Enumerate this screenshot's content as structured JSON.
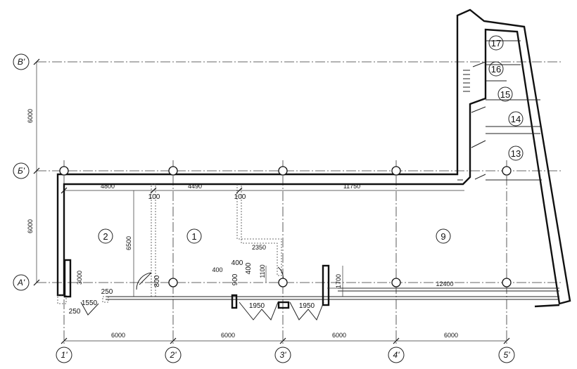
{
  "axes": {
    "columns": [
      "1'",
      "2'",
      "3'",
      "4'",
      "5'"
    ],
    "rows": [
      "В'",
      "Б'",
      "А'"
    ]
  },
  "rooms": [
    "2",
    "1",
    "9",
    "13",
    "14",
    "15",
    "16",
    "17"
  ],
  "dimensions": {
    "bottom_spans": [
      "6000",
      "6000",
      "6000",
      "6000"
    ],
    "left_spans": [
      "6000",
      "6000"
    ],
    "top_inner": [
      "4800",
      "4490",
      "11750"
    ],
    "wall_100_a": "100",
    "wall_100_b": "100",
    "height_6500": "6500",
    "width_2350": "2350",
    "width_400_a": "400",
    "width_400_b": "400",
    "height_400": "400",
    "height_900": "900",
    "height_800": "800",
    "height_3000": "3000",
    "height_1700": "1700",
    "height_1100": "1100",
    "span_12400": "12400",
    "span_250_a": "250",
    "span_250_b": "250",
    "span_1550": "1550",
    "span_1950_a": "1950",
    "span_1950_b": "1950"
  }
}
